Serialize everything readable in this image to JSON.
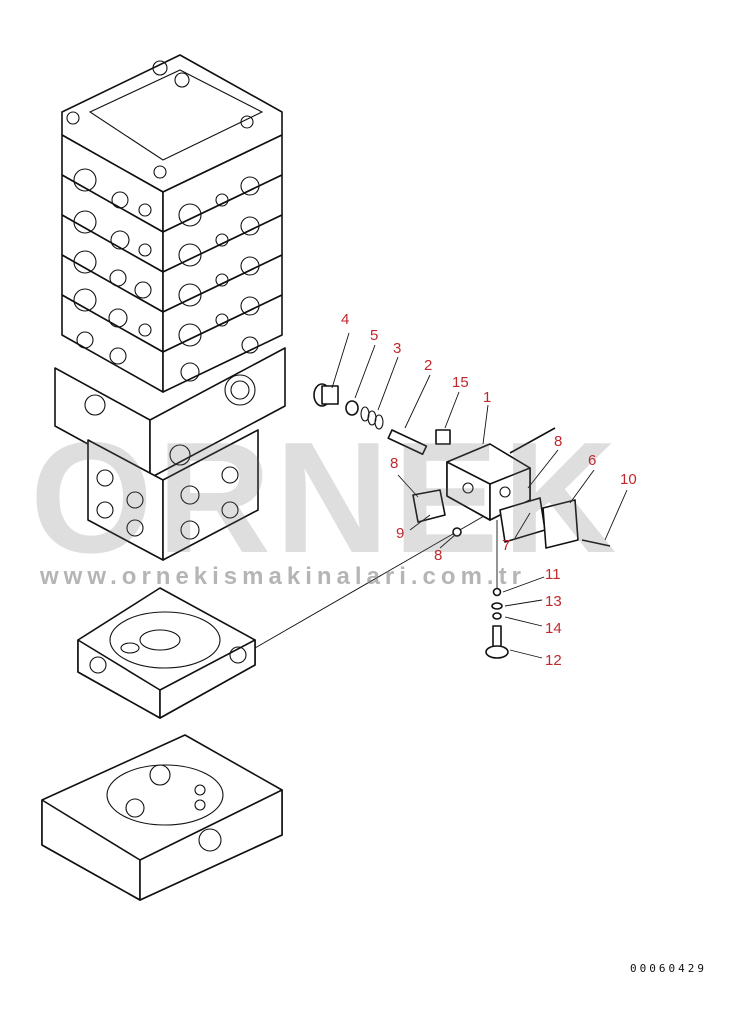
{
  "watermark": {
    "brand": "ORNEK",
    "url": "www.ornekismakinalari.com.tr"
  },
  "callouts": {
    "c1": "1",
    "c2": "2",
    "c3": "3",
    "c4": "4",
    "c5": "5",
    "c6": "6",
    "c7": "7",
    "c8a": "8",
    "c8b": "8",
    "c8c": "8",
    "c9": "9",
    "c10": "10",
    "c11": "11",
    "c12": "12",
    "c13": "13",
    "c14": "14",
    "c15": "15"
  },
  "document_number": "00060429"
}
